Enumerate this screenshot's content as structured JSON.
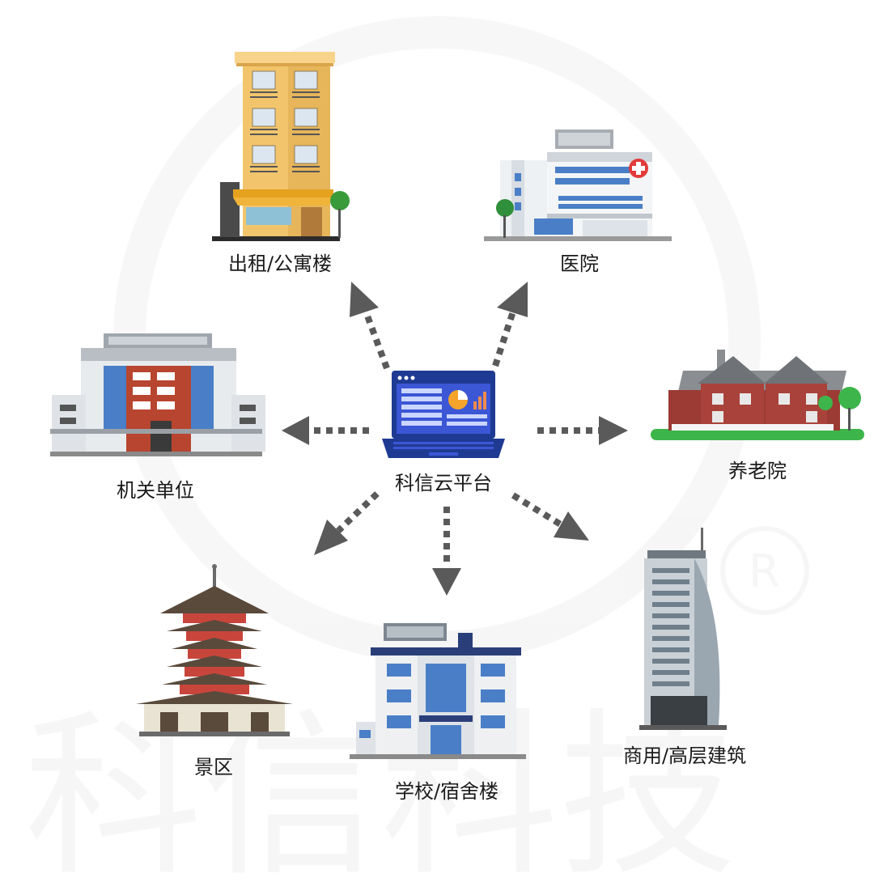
{
  "center": {
    "label": "科信云平台"
  },
  "nodes": [
    {
      "id": "apartment",
      "label": "出租/公寓楼"
    },
    {
      "id": "hospital",
      "label": "医院"
    },
    {
      "id": "government",
      "label": "机关单位"
    },
    {
      "id": "nursing-home",
      "label": "养老院"
    },
    {
      "id": "scenic",
      "label": "景区"
    },
    {
      "id": "school",
      "label": "学校/宿舍楼"
    },
    {
      "id": "commercial",
      "label": "商用/高层建筑"
    }
  ],
  "watermark": {
    "text": "科信科技"
  },
  "colors": {
    "arrow": "#5a5a5a",
    "laptop": "#1f3a93",
    "screen": "#3b57d6",
    "accent_orange": "#f4a42a",
    "brick": "#b8452f",
    "glass": "#4a7fc7"
  }
}
